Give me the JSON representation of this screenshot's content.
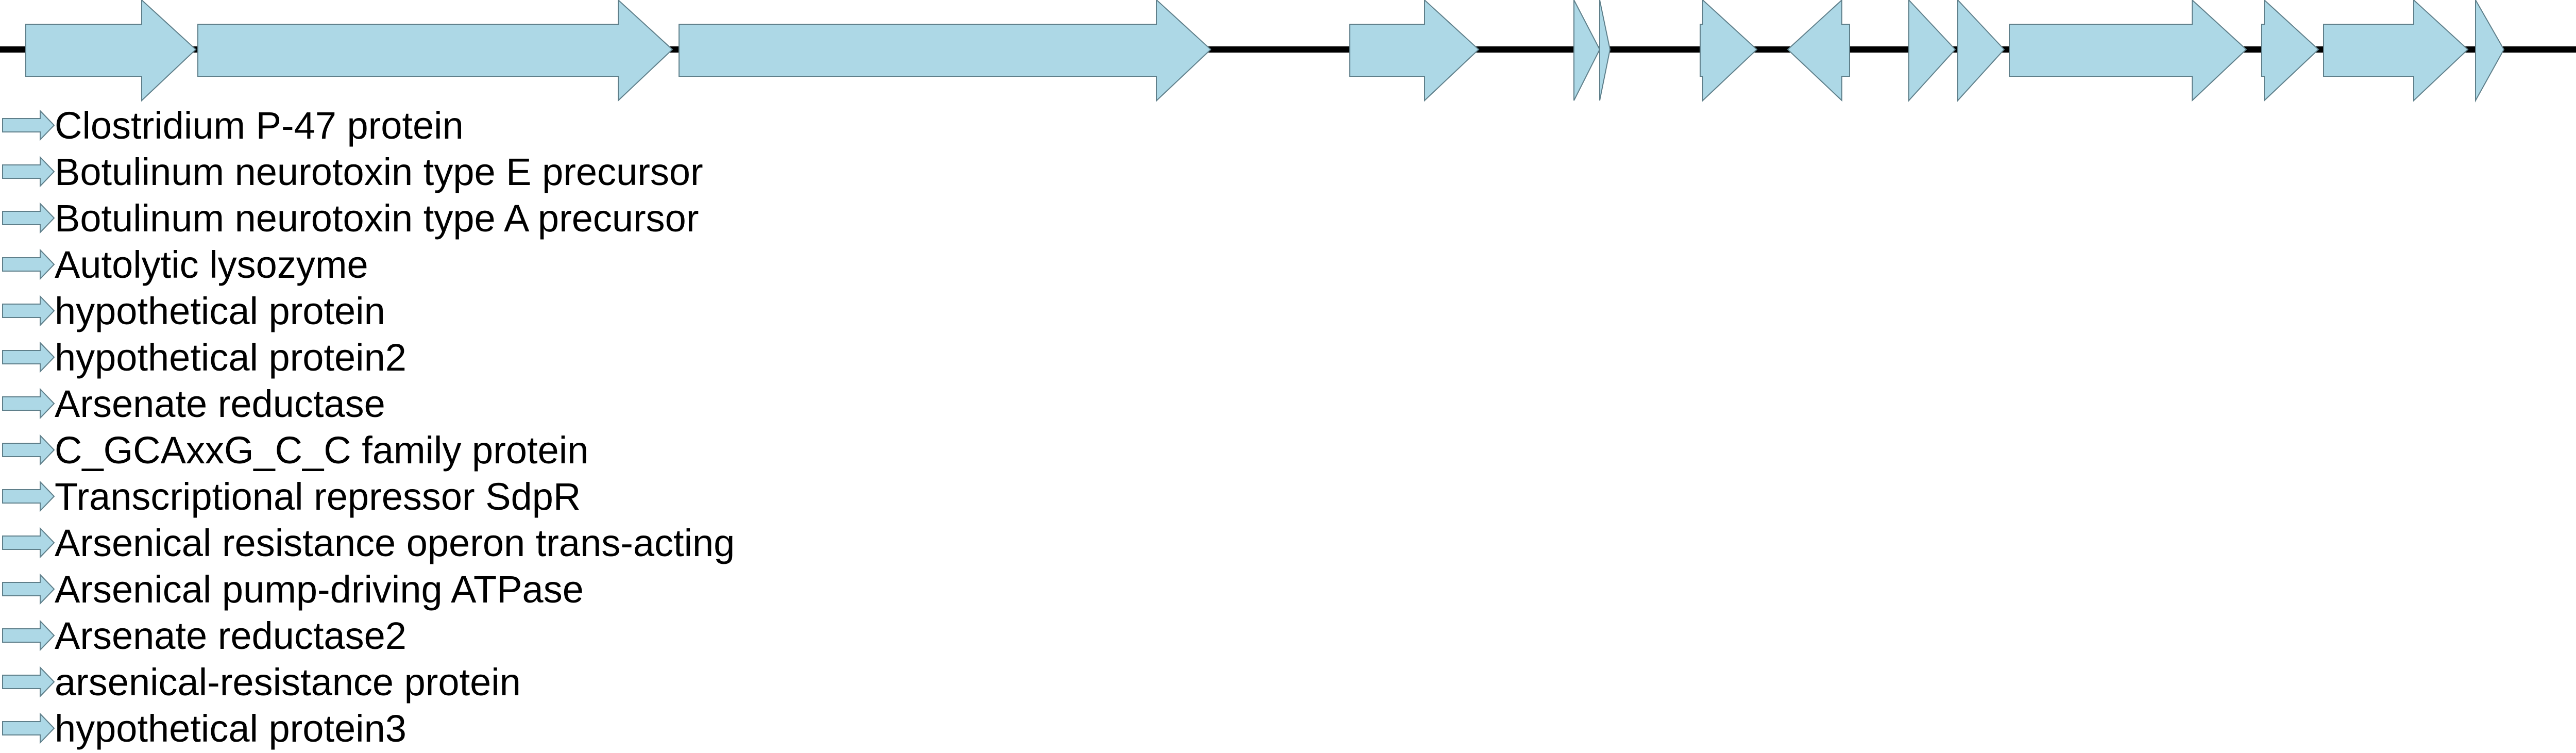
{
  "colors": {
    "gene_fill": "#add8e6",
    "gene_stroke": "#5f7f8a",
    "backbone": "#000000",
    "text": "#000000"
  },
  "genes": [
    {
      "name": "Clostridium P-47 protein",
      "strand": "+"
    },
    {
      "name": "Botulinum neurotoxin type E precursor",
      "strand": "+"
    },
    {
      "name": "Botulinum neurotoxin type A precursor",
      "strand": "+"
    },
    {
      "name": "Autolytic lysozyme",
      "strand": "+"
    },
    {
      "name": "hypothetical protein",
      "strand": "+"
    },
    {
      "name": "hypothetical protein2",
      "strand": "+"
    },
    {
      "name": "Arsenate reductase",
      "strand": "+"
    },
    {
      "name": "C_GCAxxG_C_C family protein",
      "strand": "-"
    },
    {
      "name": "Transcriptional repressor SdpR",
      "strand": "+"
    },
    {
      "name": "Arsenical resistance operon trans-acting",
      "strand": "+"
    },
    {
      "name": "Arsenical pump-driving ATPase",
      "strand": "+"
    },
    {
      "name": "Arsenate reductase2",
      "strand": "+"
    },
    {
      "name": "arsenical-resistance protein",
      "strand": "+"
    },
    {
      "name": "hypothetical protein3",
      "strand": "+"
    }
  ]
}
